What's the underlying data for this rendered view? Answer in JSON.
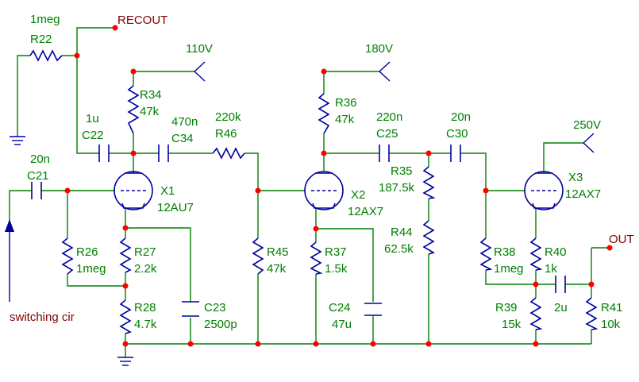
{
  "nets": {
    "recout": "RECOUT",
    "out": "OUT",
    "v110": "110V",
    "v180": "180V",
    "v250": "250V",
    "switching": "switching cir"
  },
  "components": {
    "R22": {
      "ref": "R22",
      "value": "1meg"
    },
    "R34": {
      "ref": "R34",
      "value": "47k"
    },
    "C22": {
      "ref": "C22",
      "value": "1u"
    },
    "C34": {
      "ref": "C34",
      "value": "470n"
    },
    "R46": {
      "ref": "R46",
      "value": "220k"
    },
    "C21": {
      "ref": "C21",
      "value": "20n"
    },
    "X1": {
      "ref": "X1",
      "value": "12AU7"
    },
    "R26": {
      "ref": "R26",
      "value": "1meg"
    },
    "R27": {
      "ref": "R27",
      "value": "2.2k"
    },
    "R28": {
      "ref": "R28",
      "value": "4.7k"
    },
    "C23": {
      "ref": "C23",
      "value": "2500p"
    },
    "R45": {
      "ref": "R45",
      "value": "47k"
    },
    "R36": {
      "ref": "R36",
      "value": "47k"
    },
    "C25": {
      "ref": "C25",
      "value": "220n"
    },
    "X2": {
      "ref": "X2",
      "value": "12AX7"
    },
    "R37": {
      "ref": "R37",
      "value": "1.5k"
    },
    "C24": {
      "ref": "C24",
      "value": "47u"
    },
    "R35": {
      "ref": "R35",
      "value": "187.5k"
    },
    "R44": {
      "ref": "R44",
      "value": "62.5k"
    },
    "C30": {
      "ref": "C30",
      "value": "20n"
    },
    "X3": {
      "ref": "X3",
      "value": "12AX7"
    },
    "R38": {
      "ref": "R38",
      "value": "1meg"
    },
    "R40": {
      "ref": "R40",
      "value": "1k"
    },
    "C2u": {
      "value": "2u"
    },
    "R39": {
      "ref": "R39",
      "value": "15k"
    },
    "R41": {
      "ref": "R41",
      "value": "10k"
    }
  },
  "colors": {
    "wire": "#008000",
    "component": "#0000a0",
    "node": "#ff0000",
    "net_label": "#800000"
  }
}
